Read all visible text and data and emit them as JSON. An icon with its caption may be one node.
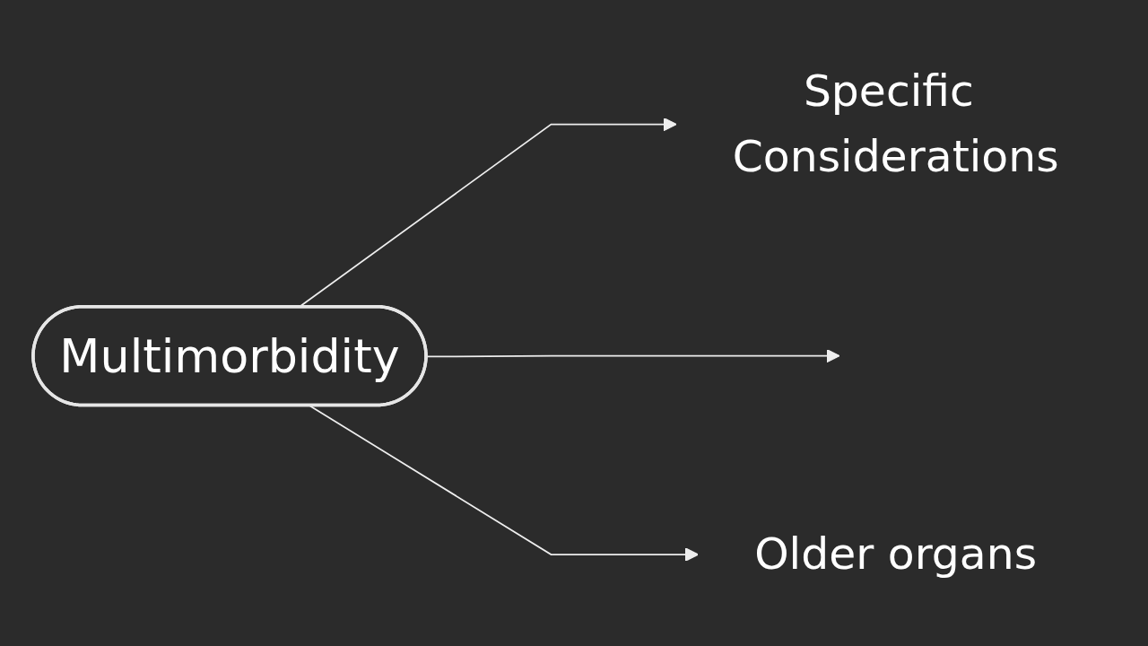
{
  "diagram": {
    "nodes": [
      {
        "text": [
          "Multimorbidity"
        ]
      },
      {
        "text": [
          "Specific Considerations"
        ]
      },
      {
        "text": [
          "Older organs"
        ]
      }
    ],
    "edges": [
      {
        "from": 0,
        "to": 1,
        "arrow": "to"
      },
      {
        "from": 0,
        "to": null,
        "arrow": "to"
      },
      {
        "from": 0,
        "to": 2,
        "arrow": "to"
      }
    ]
  }
}
